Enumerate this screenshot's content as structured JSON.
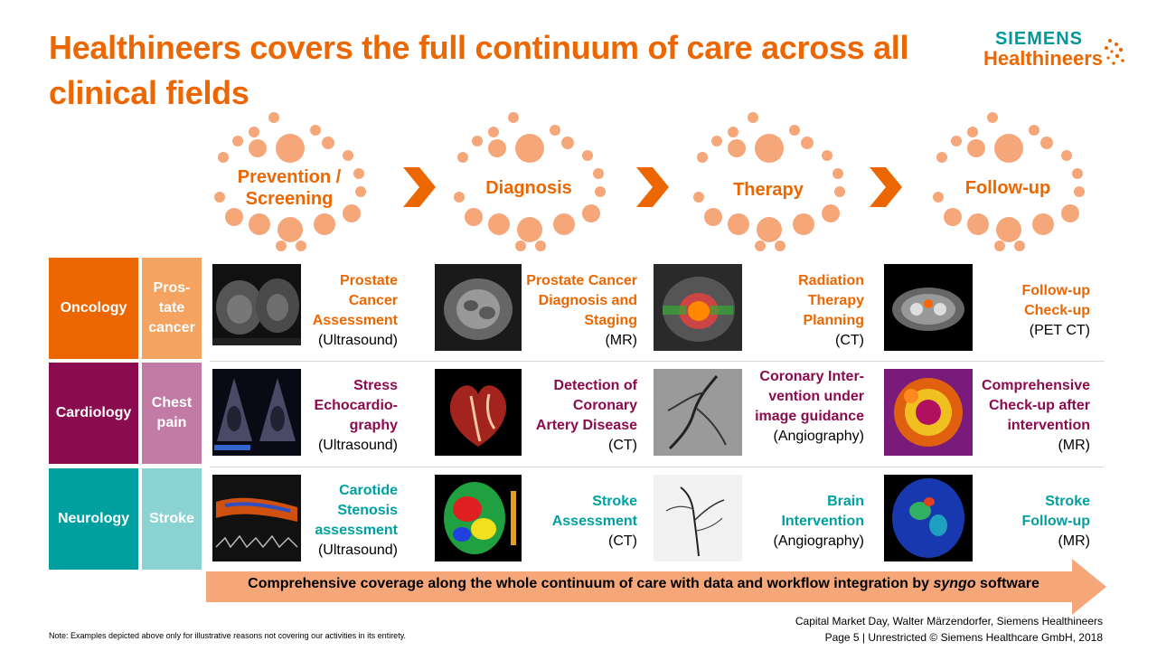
{
  "title": "Healthineers covers the full continuum of care across all clinical fields",
  "logo": {
    "line1": "SIEMENS",
    "line2": "Healthineers"
  },
  "stages": [
    {
      "line1": "Prevention /",
      "line2": "Screening"
    },
    {
      "line1": "Diagnosis",
      "line2": ""
    },
    {
      "line1": "Therapy",
      "line2": ""
    },
    {
      "line1": "Follow-up",
      "line2": ""
    }
  ],
  "rows": [
    {
      "field": "Oncology",
      "indication": [
        "Pros-",
        "tate",
        "cancer"
      ],
      "cells": [
        {
          "hl": [
            "Prostate",
            "Cancer",
            "Assessment"
          ],
          "mod": "(Ultrasound)"
        },
        {
          "hl": [
            "Prostate Cancer",
            "Diagnosis and",
            "Staging"
          ],
          "mod": "(MR)"
        },
        {
          "hl": [
            "Radiation",
            "Therapy",
            "Planning"
          ],
          "mod": "(CT)"
        },
        {
          "hl": [
            "Follow-up",
            "Check-up"
          ],
          "mod": "(PET CT)"
        }
      ]
    },
    {
      "field": "Cardiology",
      "indication": [
        "Chest",
        "pain"
      ],
      "cells": [
        {
          "hl": [
            "Stress",
            "Echocardio-",
            "graphy"
          ],
          "mod": "(Ultrasound)"
        },
        {
          "hl": [
            "Detection of",
            "Coronary",
            "Artery Disease"
          ],
          "mod": "(CT)"
        },
        {
          "hl": [
            "Coronary Inter-",
            "vention under",
            "image guidance"
          ],
          "mod": "(Angiography)"
        },
        {
          "hl": [
            "Comprehensive",
            "Check-up after",
            "intervention"
          ],
          "mod": "(MR)"
        }
      ]
    },
    {
      "field": "Neurology",
      "indication": [
        "Stroke"
      ],
      "cells": [
        {
          "hl": [
            "Carotide",
            "Stenosis",
            "assessment"
          ],
          "mod": "(Ultrasound)"
        },
        {
          "hl": [
            "Stroke",
            "Assessment"
          ],
          "mod": "(CT)"
        },
        {
          "hl": [
            "Brain",
            "Intervention"
          ],
          "mod": "(Angiography)"
        },
        {
          "hl": [
            "Stroke",
            "Follow-up"
          ],
          "mod": "(MR)"
        }
      ]
    }
  ],
  "banner": {
    "before": "Comprehensive coverage along the whole continuum of care with data and workflow integration by ",
    "italic": "syngo",
    "after": " software"
  },
  "footer": {
    "line1": "Capital Market Day, Walter Märzendorfer, Siemens Healthineers",
    "line2": "Page 5 | Unrestricted © Siemens Healthcare GmbH, 2018"
  },
  "footnote": "Note: Examples depicted above only for illustrative reasons not covering our activities in its entirety.",
  "colors": {
    "accent": "#ec6602",
    "dots": "#f6a77a",
    "oncology": "#ec6602",
    "oncology_light": "#f4a460",
    "cardiology": "#8a0b4e",
    "cardiology_light": "#c17ba4",
    "neurology": "#00a0a0",
    "neurology_light": "#8bd3d3",
    "banner": "#f6a77a"
  }
}
